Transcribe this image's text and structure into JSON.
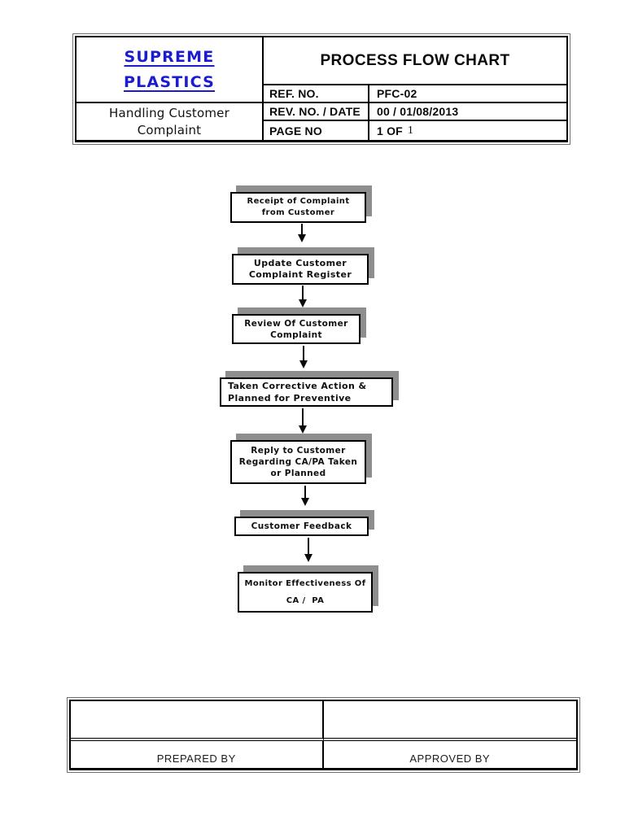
{
  "title_block": {
    "company_line1": "SUPREME",
    "company_line2": "PLASTICS",
    "document_title": "PROCESS FLOW CHART",
    "process_name_line1": "Handling Customer",
    "process_name_line2": "Complaint",
    "ref_label": "REF. NO.",
    "ref_value": "PFC-02",
    "rev_label": "REV. NO. / DATE",
    "rev_value": "00 / 01/08/2013",
    "page_label": "PAGE NO",
    "page_value_main": "1 OF",
    "page_value_num": "1"
  },
  "flowchart": {
    "steps": [
      {
        "name": "receipt-of-complaint",
        "lines": [
          "Receipt of Complaint",
          "from Customer"
        ]
      },
      {
        "name": "update-register",
        "lines": [
          "Update Customer",
          "Complaint Register"
        ]
      },
      {
        "name": "review-complaint",
        "lines": [
          "Review Of Customer",
          "Complaint"
        ]
      },
      {
        "name": "corrective-action",
        "lines": [
          "Taken Corrective Action &",
          "Planned for Preventive"
        ]
      },
      {
        "name": "reply-to-customer",
        "lines": [
          "Reply to Customer",
          "Regarding CA/PA Taken",
          "or Planned"
        ]
      },
      {
        "name": "customer-feedback",
        "lines": [
          "Customer Feedback"
        ]
      },
      {
        "name": "monitor-effectiveness",
        "lines": [
          "Monitor Effectiveness Of",
          "CA /  PA"
        ]
      }
    ]
  },
  "signoff": {
    "prepared_label": "PREPARED BY",
    "approved_label": "APPROVED BY"
  },
  "colors": {
    "company_blue": "#1b1bd0",
    "shadow_gray": "#8e8e8e",
    "border_black": "#000000"
  }
}
